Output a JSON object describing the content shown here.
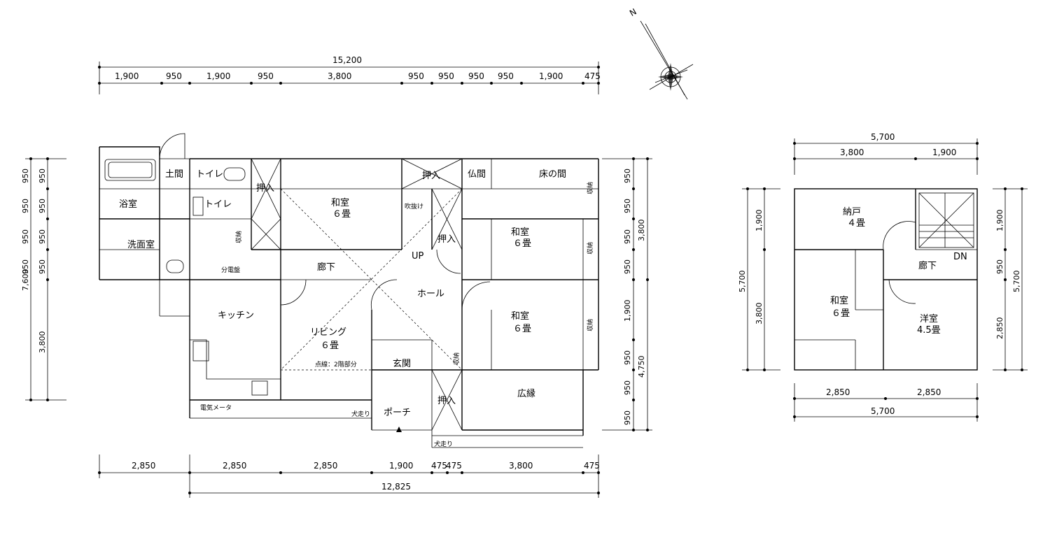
{
  "compass": {
    "north_label": "N"
  },
  "first_floor": {
    "top_dims": {
      "total": "15,200",
      "segments": [
        "1,900",
        "950",
        "1,900",
        "950",
        "3,800",
        "950",
        "950",
        "950",
        "950",
        "1,900",
        "475"
      ]
    },
    "bottom_dims": {
      "total": "12,825",
      "segments": [
        "2,850",
        "2,850",
        "2,850",
        "1,900",
        "475",
        "475",
        "3,800",
        "475"
      ]
    },
    "left_dims": {
      "total": "7,600",
      "segments": [
        "950",
        "950",
        "950",
        "950",
        "3,800"
      ]
    },
    "right_dims": {
      "segments": [
        "950",
        "950",
        "950",
        "950",
        "1,900",
        "950",
        "950",
        "950"
      ],
      "total_upper": "3,800",
      "total_lower": "4,750"
    },
    "rooms": {
      "doma": "土間",
      "toilet1": "トイレ",
      "toilet2": "トイレ",
      "bath": "浴室",
      "washroom": "洗面室",
      "closet_upper_left": "押入",
      "closet_shoes": "収納",
      "washitsu1_name": "和室",
      "washitsu1_size": "６畳",
      "closet_top_center": "押入",
      "butsuma": "仏間",
      "tokonoma": "床の間",
      "fukinuke": "吹抜け",
      "closet_mid": "押入",
      "up": "UP",
      "washitsu2_name": "和室",
      "washitsu2_size": "６畳",
      "hallway": "廊下",
      "hall": "ホール",
      "bunden": "分電盤",
      "kitchen": "キッチン",
      "living_name": "リビング",
      "living_size": "６畳",
      "dotted_note": "点線：2階部分",
      "genkan": "玄関",
      "closet_genkan": "収納",
      "washitsu3_name": "和室",
      "washitsu3_size": "６畳",
      "closet_porch": "押入",
      "porch": "ポーチ",
      "hiroen": "広縁",
      "meter": "電気メータ",
      "inubashiri1": "犬走り",
      "inubashiri2": "犬走り",
      "shuno_v1": "収納",
      "shuno_v2": "収納",
      "shuno_v3": "収納"
    }
  },
  "second_floor": {
    "top_dims": {
      "total": "5,700",
      "segments": [
        "3,800",
        "1,900"
      ]
    },
    "bottom_dims": {
      "total": "5,700",
      "segments": [
        "2,850",
        "2,850"
      ]
    },
    "left_dims": {
      "total": "5,700",
      "segments": [
        "1,900",
        "3,800"
      ]
    },
    "right_dims": {
      "total": "5,700",
      "segments": [
        "1,900",
        "950",
        "2,850"
      ]
    },
    "rooms": {
      "nando_name": "納戸",
      "nando_size": "４畳",
      "dn": "DN",
      "hallway": "廊下",
      "washitsu_name": "和室",
      "washitsu_size": "６畳",
      "youshitsu_name": "洋室",
      "youshitsu_size": "4.5畳"
    }
  }
}
